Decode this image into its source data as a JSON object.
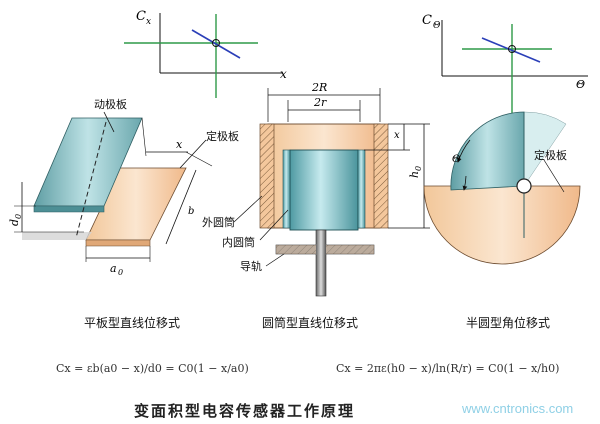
{
  "graphs": {
    "flat": {
      "y_axis": "C",
      "y_sub": "x",
      "x_axis": "x"
    },
    "angular": {
      "y_axis": "C",
      "y_sub": "Θ",
      "x_axis": "Θ"
    }
  },
  "plate": {
    "moving_plate": "动极板",
    "fixed_plate": "定极板",
    "dim_x": "x",
    "dim_d": "d",
    "dim_d_sub": "0",
    "dim_a": "a",
    "dim_a_sub": "0",
    "dim_b": "b",
    "caption": "平板型直线位移式"
  },
  "cylinder": {
    "outer_tube": "外圆筒",
    "inner_tube": "内圆筒",
    "guide_rail": "导轨",
    "dim_2R": "2R",
    "dim_2r": "2r",
    "dim_x": "x",
    "dim_h": "h",
    "dim_h_sub": "0",
    "caption": "圆筒型直线位移式"
  },
  "semicircle": {
    "fixed_plate": "定极板",
    "angle": "Θ",
    "caption": "半圆型角位移式"
  },
  "formulas": {
    "left": "Cx = εb(a0 − x)/d0 = C0(1 − x/a0)",
    "right": "Cx = 2πε(h0 − x)/ln(R/r) = C0(1 − x/h0)"
  },
  "title": "变面积型电容传感器工作原理",
  "watermark": "www.cntronics.com"
}
